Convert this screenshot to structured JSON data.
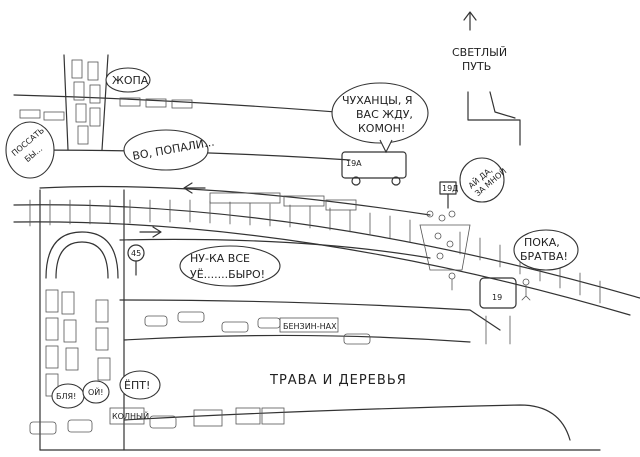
{
  "sign_top_right": "СВЕТЛЫЙ ПУТЬ",
  "bubbles": {
    "zhopa": "ЖОПА",
    "possat": [
      "ПОССАТЬ",
      "БЫ..."
    ],
    "vo_popali": [
      "ВО, ПОПАЛИ..."
    ],
    "chukhantsy": [
      "ЧУХАНЦЫ, Я",
      "ВАС ЖДУ,",
      "КОМОН!"
    ],
    "ay_da": [
      "АЙ ДА,",
      "ЗА МНОЙ"
    ],
    "poka": [
      "ПОКА,",
      "БРАТВА!"
    ],
    "nu_ka": [
      "НУ-КА ВСЕ",
      "УЁ.......БЫРО!"
    ],
    "blya": "БЛЯ!",
    "oy": "ОЙ!",
    "yopt": "ЁПТ!"
  },
  "labels": {
    "grass": "ТРАВА И ДЕРЕВЬЯ",
    "bus_19a": "19А",
    "sign_19d": "19Д",
    "car_19": "19",
    "benzin": "БЕНЗИН-НАХ",
    "kolnyi": "КОЛНЫЙ",
    "speed_sign": "45"
  }
}
